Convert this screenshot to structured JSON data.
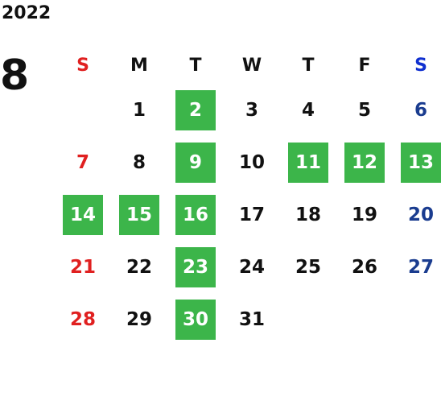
{
  "calendar": {
    "year": "2022",
    "month": "8",
    "weekdays": [
      "S",
      "M",
      "T",
      "W",
      "T",
      "F",
      "S"
    ],
    "colors": {
      "sunday": "#e02020",
      "saturday": "#1a3c8f",
      "highlight": "#3cb54a"
    },
    "days": [
      {
        "num": "",
        "hl": false
      },
      {
        "num": "1",
        "hl": false
      },
      {
        "num": "2",
        "hl": true
      },
      {
        "num": "3",
        "hl": false
      },
      {
        "num": "4",
        "hl": false
      },
      {
        "num": "5",
        "hl": false
      },
      {
        "num": "6",
        "hl": false
      },
      {
        "num": "7",
        "hl": false
      },
      {
        "num": "8",
        "hl": false
      },
      {
        "num": "9",
        "hl": true
      },
      {
        "num": "10",
        "hl": false
      },
      {
        "num": "11",
        "hl": true
      },
      {
        "num": "12",
        "hl": true
      },
      {
        "num": "13",
        "hl": true
      },
      {
        "num": "14",
        "hl": true
      },
      {
        "num": "15",
        "hl": true
      },
      {
        "num": "16",
        "hl": true
      },
      {
        "num": "17",
        "hl": false
      },
      {
        "num": "18",
        "hl": false
      },
      {
        "num": "19",
        "hl": false
      },
      {
        "num": "20",
        "hl": false
      },
      {
        "num": "21",
        "hl": false
      },
      {
        "num": "22",
        "hl": false
      },
      {
        "num": "23",
        "hl": true
      },
      {
        "num": "24",
        "hl": false
      },
      {
        "num": "25",
        "hl": false
      },
      {
        "num": "26",
        "hl": false
      },
      {
        "num": "27",
        "hl": false
      },
      {
        "num": "28",
        "hl": false
      },
      {
        "num": "29",
        "hl": false
      },
      {
        "num": "30",
        "hl": true
      },
      {
        "num": "31",
        "hl": false
      },
      {
        "num": "",
        "hl": false
      },
      {
        "num": "",
        "hl": false
      },
      {
        "num": "",
        "hl": false
      }
    ]
  }
}
